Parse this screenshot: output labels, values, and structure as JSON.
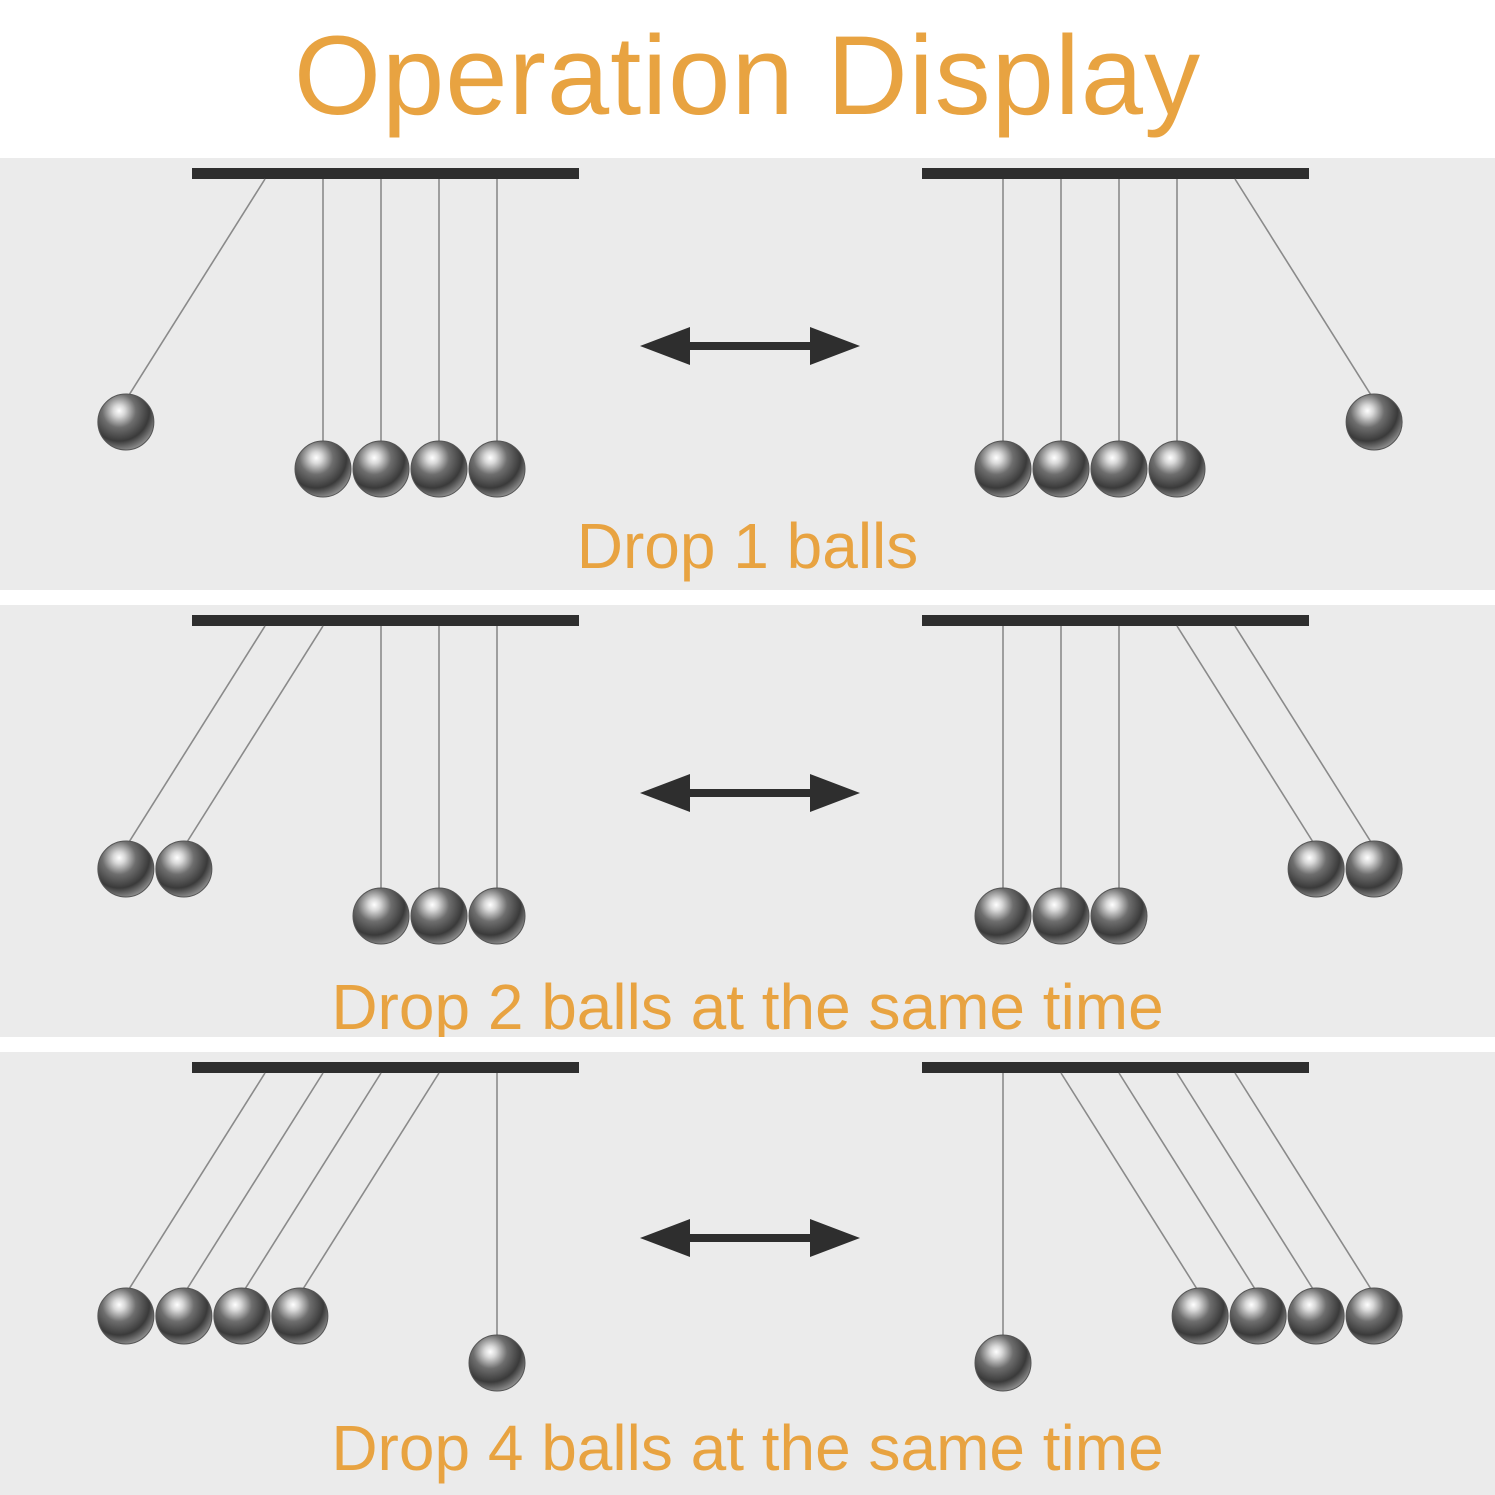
{
  "title": "Operation Display",
  "colors": {
    "accent": "#e8a341",
    "panel_bg": "#ebebeb",
    "bar": "#2e2e2e",
    "string": "#8a8a8a"
  },
  "icons": [
    "double-arrow-icon",
    "steel-ball-icon",
    "cradle-bar-icon"
  ],
  "demos": [
    {
      "caption": "Drop 1 balls",
      "balls_dropped": 1
    },
    {
      "caption": "Drop 2 balls at the same time",
      "balls_dropped": 2
    },
    {
      "caption": "Drop 4 balls at the same time",
      "balls_dropped": 4
    }
  ]
}
